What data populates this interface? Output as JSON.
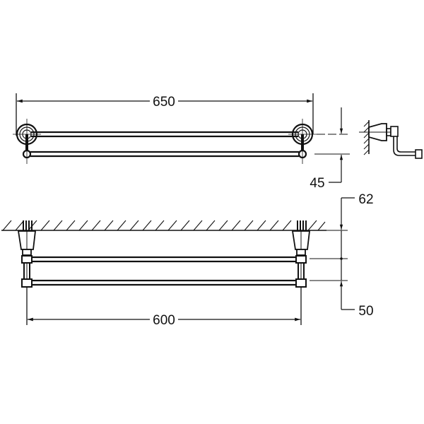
{
  "drawing": {
    "title": "Double towel bar dimension drawing",
    "line_color": "#111111",
    "background": "#ffffff",
    "dimensions": {
      "overall_length": "650",
      "center_distance": "600",
      "bar_spacing_top_view": "45",
      "wall_to_front_bar": "62",
      "bar_spacing_side_view": "50"
    },
    "views": {
      "front": "front-view",
      "side": "side-view",
      "top": "top-view"
    }
  }
}
